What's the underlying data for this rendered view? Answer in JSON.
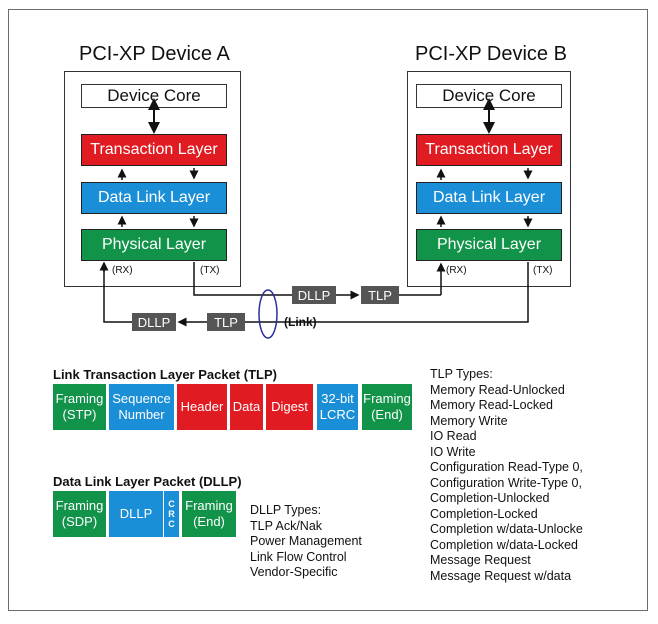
{
  "device_a": {
    "title": "PCI-XP Device A",
    "core": "Device Core",
    "transaction": "Transaction Layer",
    "datalink": "Data Link Layer",
    "physical": "Physical Layer",
    "rx": "(RX)",
    "tx": "(TX)"
  },
  "device_b": {
    "title": "PCI-XP Device B",
    "core": "Device Core",
    "transaction": "Transaction Layer",
    "datalink": "Data Link Layer",
    "physical": "Physical Layer",
    "rx": "(RX)",
    "tx": "(TX)"
  },
  "link": {
    "top_dllp": "DLLP",
    "top_tlp": "TLP",
    "bottom_dllp": "DLLP",
    "bottom_tlp": "TLP",
    "label": "(Link)"
  },
  "tlp_packet": {
    "title": "Link Transaction Layer Packet (TLP)",
    "fields": [
      {
        "line1": "Framing",
        "line2": "(STP)",
        "color": "#12934a"
      },
      {
        "line1": "Sequence",
        "line2": "Number",
        "color": "#1a8fd8"
      },
      {
        "line1": "Header",
        "line2": "",
        "color": "#e11b22"
      },
      {
        "line1": "Data",
        "line2": "",
        "color": "#e11b22"
      },
      {
        "line1": "Digest",
        "line2": "",
        "color": "#e11b22"
      },
      {
        "line1": "32-bit",
        "line2": "LCRC",
        "color": "#1a8fd8"
      },
      {
        "line1": "Framing",
        "line2": "(End)",
        "color": "#12934a"
      }
    ]
  },
  "dllp_packet": {
    "title": "Data Link Layer Packet (DLLP)",
    "fields": [
      {
        "line1": "Framing",
        "line2": "(SDP)",
        "color": "#12934a"
      },
      {
        "line1": "DLLP",
        "line2": "",
        "color": "#1a8fd8"
      },
      {
        "line1": "CRC",
        "line2": "",
        "color": "#1a8fd8"
      },
      {
        "line1": "Framing",
        "line2": "(End)",
        "color": "#12934a"
      }
    ]
  },
  "dllp_types": {
    "title": "DLLP Types:",
    "items": [
      "TLP Ack/Nak",
      "Power Management",
      "Link Flow Control",
      "Vendor-Specific"
    ]
  },
  "tlp_types": {
    "title": "TLP Types:",
    "items": [
      "Memory Read-Unlocked",
      "Memory Read-Locked",
      "Memory Write",
      "IO Read",
      "IO Write",
      "Configuration Read-Type 0,",
      "Configuration Write-Type 0,",
      "Completion-Unlocked",
      "Completion-Locked",
      "Completion w/data-Unlocke",
      "Completion w/data-Locked",
      "Message Request",
      "Message Request w/data"
    ]
  }
}
